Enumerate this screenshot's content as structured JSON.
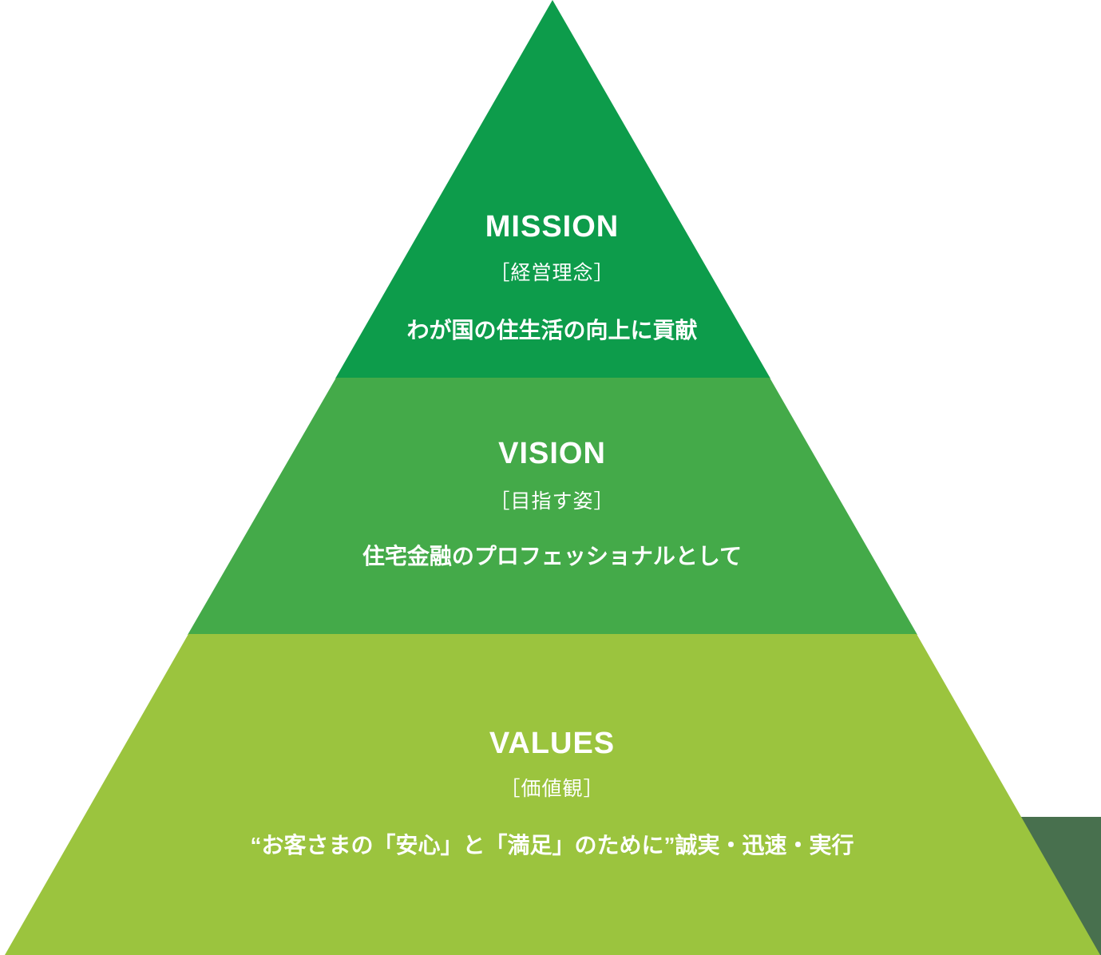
{
  "colors": {
    "page_bg": "#ffffff",
    "mission_bg": "#0d9c4b",
    "vision_bg": "#44aa49",
    "values_bg": "#9bc43e",
    "corner_bg": "#48704e",
    "text_color": "#ffffff"
  },
  "pyramid": {
    "tiers": [
      {
        "id": "mission",
        "title": "MISSION",
        "subtitle": "［経営理念］",
        "description": "わが国の住生活の向上に貢献"
      },
      {
        "id": "vision",
        "title": "VISION",
        "subtitle": "［目指す姿］",
        "description": "住宅金融のプロフェッショナルとして"
      },
      {
        "id": "values",
        "title": "VALUES",
        "subtitle": "［価値観］",
        "description": "“お客さまの「安心」と「満足」のために”誠実・迅速・実行"
      }
    ]
  }
}
